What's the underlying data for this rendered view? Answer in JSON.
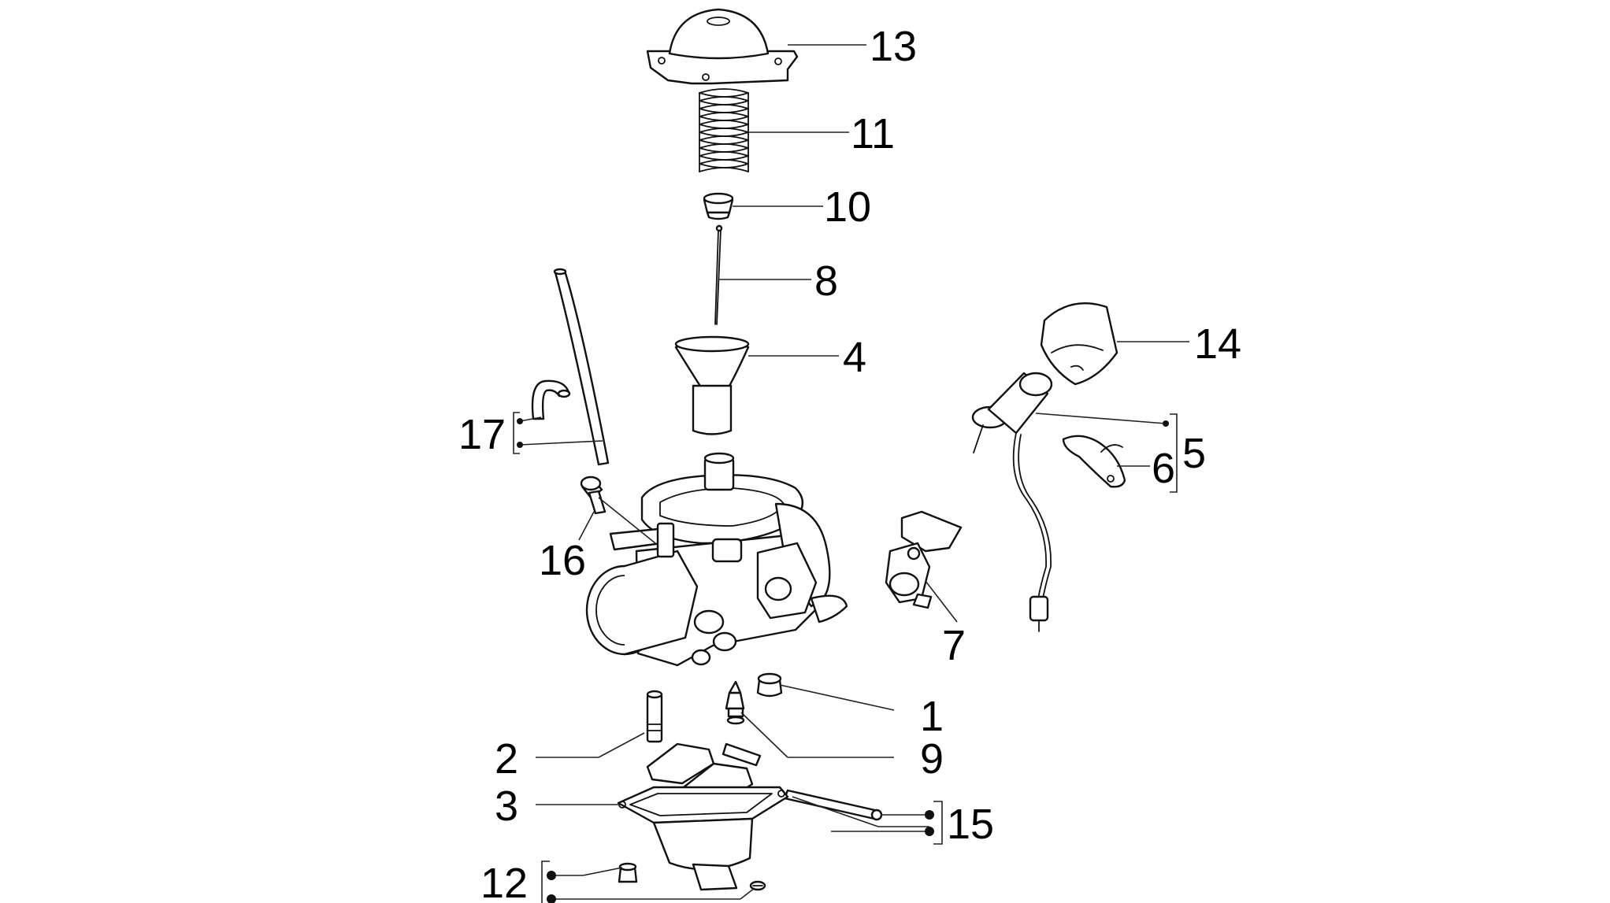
{
  "callouts": {
    "c1": "1",
    "c2": "2",
    "c3": "3",
    "c4": "4",
    "c5": "5",
    "c6": "6",
    "c7": "7",
    "c8": "8",
    "c9": "9",
    "c10": "10",
    "c11": "11",
    "c12": "12",
    "c13": "13",
    "c14": "14",
    "c15": "15",
    "c16": "16",
    "c17": "17"
  },
  "colors": {
    "line": "#111111",
    "background": "#ffffff"
  }
}
